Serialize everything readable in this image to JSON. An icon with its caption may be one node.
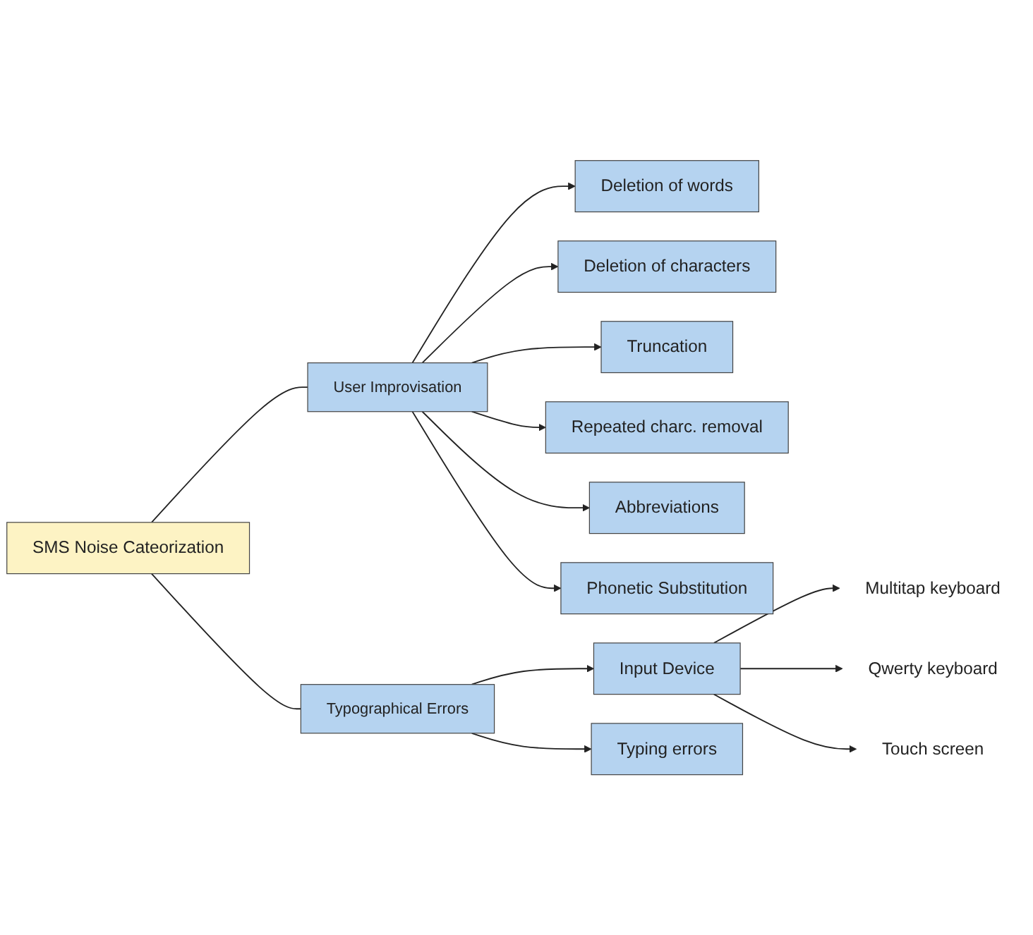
{
  "diagram": {
    "nodes": [
      {
        "text": [
          "SMS Noise Cateorization"
        ]
      },
      {
        "text": [
          "User Improvisation"
        ]
      },
      {
        "text": [
          "Typographical Errors"
        ]
      },
      {
        "text": [
          "Deletion of words"
        ]
      },
      {
        "text": [
          "Deletion of characters"
        ]
      },
      {
        "text": [
          "Truncation"
        ]
      },
      {
        "text": [
          "Repeated charc. removal"
        ]
      },
      {
        "text": [
          "Abbreviations"
        ]
      },
      {
        "text": [
          "Phonetic Substitution"
        ]
      },
      {
        "text": [
          "Input Device"
        ]
      },
      {
        "text": [
          "Multitap keyboard"
        ]
      },
      {
        "text": [
          "Qwerty keyboard"
        ]
      },
      {
        "text": [
          "Touch screen"
        ]
      },
      {
        "text": [
          "Typing errors"
        ]
      }
    ],
    "edges": [
      {
        "from": 0,
        "to": 1,
        "arrow": "none"
      },
      {
        "from": 0,
        "to": 2,
        "arrow": "none"
      },
      {
        "from": 1,
        "to": 3,
        "arrow": "to"
      },
      {
        "from": 1,
        "to": 4,
        "arrow": "to"
      },
      {
        "from": 1,
        "to": 5,
        "arrow": "to"
      },
      {
        "from": 1,
        "to": 6,
        "arrow": "to"
      },
      {
        "from": 1,
        "to": 7,
        "arrow": "to"
      },
      {
        "from": 1,
        "to": 8,
        "arrow": "to"
      },
      {
        "from": 2,
        "to": 9,
        "arrow": "to"
      },
      {
        "from": 9,
        "to": 10,
        "arrow": "to"
      },
      {
        "from": 9,
        "to": 11,
        "arrow": "to"
      },
      {
        "from": 9,
        "to": 12,
        "arrow": "to"
      },
      {
        "from": 2,
        "to": 13,
        "arrow": "to"
      }
    ]
  }
}
